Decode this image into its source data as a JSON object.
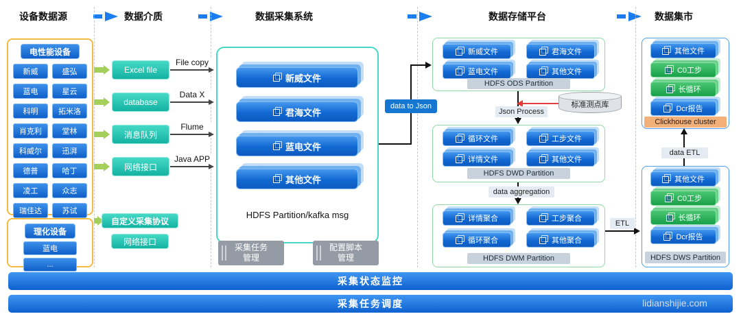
{
  "headers": [
    "设备数据源",
    "数据介质",
    "数据采集系统",
    "数据存储平台",
    "数据集市"
  ],
  "colors": {
    "accent_blue": "#1677d2",
    "teal": "#2fc7b8",
    "green_arrow": "#a3cf5a",
    "orange": "#f3b079",
    "panel_yellow": "#f2bb40"
  },
  "devices": {
    "electrical": {
      "title": "电性能设备",
      "items": [
        "新威",
        "盛弘",
        "蓝电",
        "星云",
        "科明",
        "拓米洛",
        "肖克利",
        "堂林",
        "科威尔",
        "迅湃",
        "德普",
        "哈丁",
        "凌工",
        "众志",
        "瑞佳达",
        "苏试"
      ]
    },
    "physchem": {
      "title": "理化设备",
      "items": [
        "蓝电",
        "..."
      ]
    }
  },
  "medium": {
    "items": [
      "Excel file",
      "database",
      "消息队列",
      "网络接口"
    ],
    "custom_protocol": "自定义采集协议",
    "custom_interface": "网络接口"
  },
  "transfers": [
    "File copy",
    "Data X",
    "Flume",
    "Java APP"
  ],
  "collection": {
    "files": [
      "新威文件",
      "君海文件",
      "蓝电文件",
      "其他文件"
    ],
    "caption": "HDFS Partition/kafka msg",
    "task_button": {
      "line1": "采集任务",
      "line2": "管理"
    },
    "script_button": {
      "line1": "配置脚本",
      "line2": "管理"
    },
    "flow_label": "data to Json"
  },
  "storage": {
    "ods": {
      "files": [
        "新威文件",
        "君海文件",
        "蓝电文件",
        "其他文件"
      ],
      "label": "HDFS ODS Partition"
    },
    "json_process": "Json Process",
    "standard_db": "标准测点库",
    "dwd": {
      "files": [
        "循环文件",
        "工步文件",
        "详情文件",
        "其他文件"
      ],
      "label": "HDFS DWD Partition"
    },
    "aggregation": "data aggregation",
    "dwm": {
      "files": [
        "详情聚合",
        "工步聚合",
        "循环聚合",
        "其他聚合"
      ],
      "label": "HDFS DWM Partition"
    },
    "etl": "ETL"
  },
  "mart": {
    "clickhouse": {
      "files": [
        "其他文件",
        "C0工步",
        "长循环",
        "Dcr报告"
      ],
      "cluster_label": "Clickhouse cluster"
    },
    "data_etl": "data ETL",
    "dws": {
      "files": [
        "其他文件",
        "C0工步",
        "长循环",
        "Dcr报告"
      ],
      "label": "HDFS DWS Partition"
    }
  },
  "bottom_bars": [
    "采集状态监控",
    "采集任务调度"
  ],
  "watermark": "lidianshijie.com"
}
